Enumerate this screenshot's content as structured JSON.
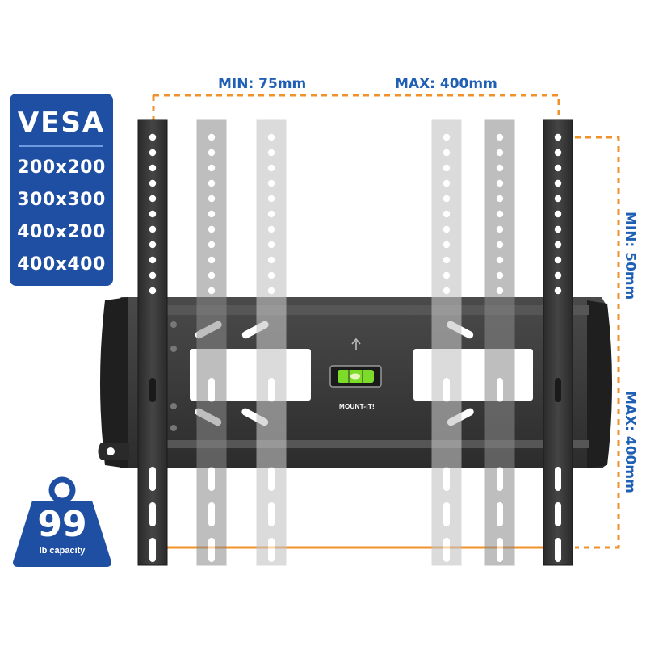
{
  "vesa": {
    "title": "VESA",
    "sizes": [
      "200x200",
      "300x300",
      "400x200",
      "400x400"
    ]
  },
  "dimensions": {
    "horizontal_min": "MIN: 75mm",
    "horizontal_max": "MAX: 400mm",
    "vertical_min": "MIN: 50mm",
    "vertical_max": "MAX: 400mm"
  },
  "capacity": {
    "value": "99",
    "unit": "lb capacity"
  },
  "brand": "MOUNT-IT!",
  "colors": {
    "badge_blue": "#1f4fa3",
    "dimension_orange": "#f0912b",
    "dimension_text": "#1f5fb4",
    "mount_dark": "#3a3a3a",
    "arm_mid": "#8a8a8a",
    "arm_light": "#c4c4c4",
    "level_green": "#7ddc2a"
  },
  "icons": [
    "weight-icon",
    "up-arrow-icon",
    "bubble-level-icon"
  ]
}
